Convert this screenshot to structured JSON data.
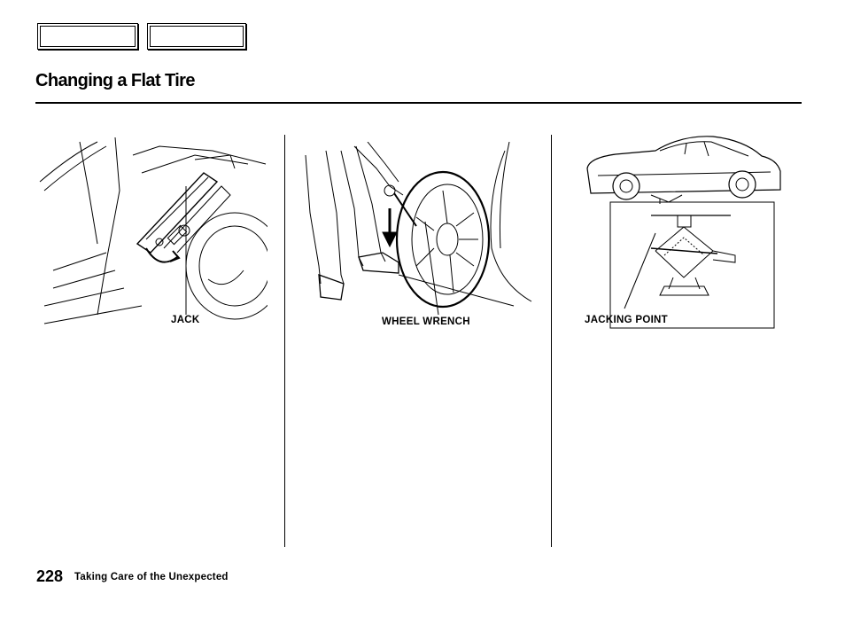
{
  "header": {
    "title": "Changing a Flat Tire"
  },
  "illustrations": [
    {
      "callout": "JACK"
    },
    {
      "callout": "WHEEL WRENCH"
    },
    {
      "callout": "JACKING POINT"
    }
  ],
  "footer": {
    "page_number": "228",
    "section": "Taking Care of the Unexpected"
  }
}
